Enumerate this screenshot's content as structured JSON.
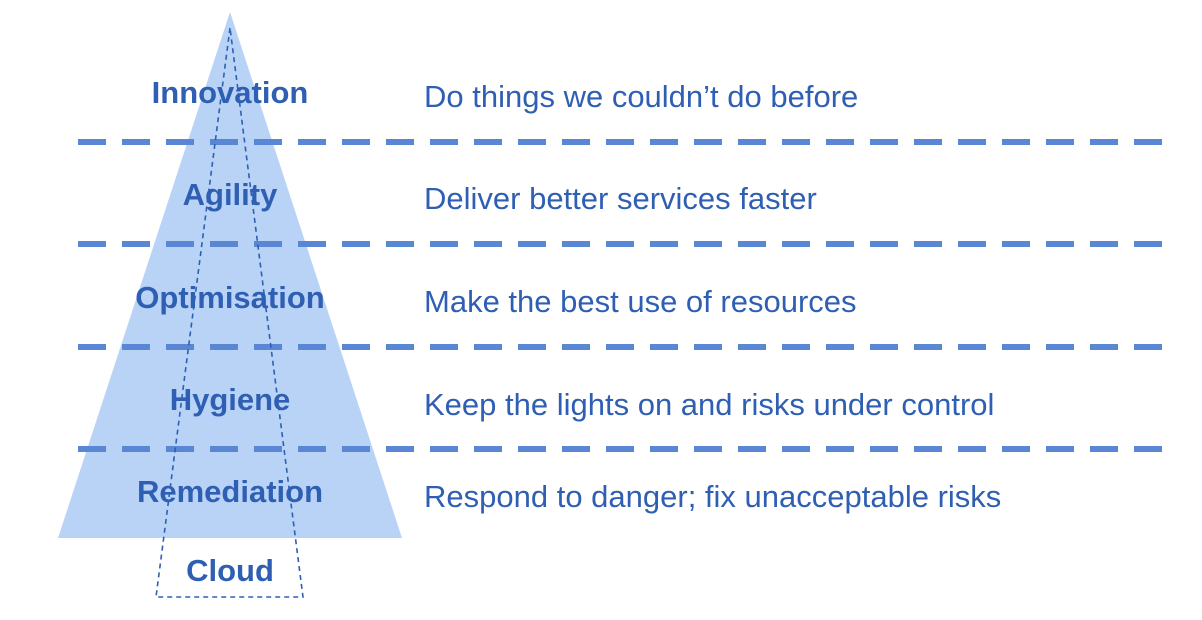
{
  "colors": {
    "pyramid_fill": "#b9d3f7",
    "text": "#2f5fb3",
    "divider": "#5a86d6",
    "cloud_outline": "#2f5fb3"
  },
  "levels": [
    {
      "name": "Innovation",
      "description": "Do things we couldn’t do before"
    },
    {
      "name": "Agility",
      "description": "Deliver better services faster"
    },
    {
      "name": "Optimisation",
      "description": "Make the best use of resources"
    },
    {
      "name": "Hygiene",
      "description": "Keep the lights on and risks under control"
    },
    {
      "name": "Remediation",
      "description": "Respond to danger; fix unacceptable risks"
    }
  ],
  "cloud": {
    "label": "Cloud"
  }
}
